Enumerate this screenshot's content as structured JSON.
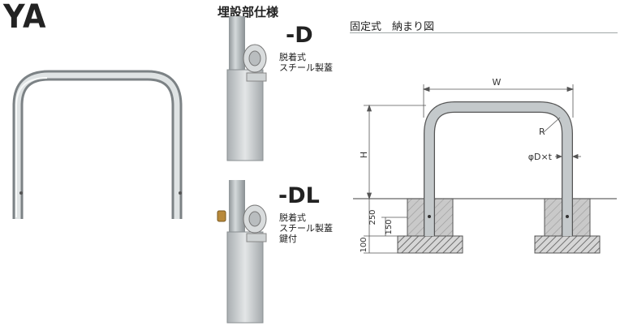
{
  "product": {
    "model": "YA"
  },
  "embedded_spec": {
    "heading": "埋設部仕様",
    "variants": [
      {
        "code": "-D",
        "lines": [
          "脱着式",
          "スチール製蓋"
        ]
      },
      {
        "code": "-DL",
        "lines": [
          "脱着式",
          "スチール製蓋",
          "鍵付"
        ]
      }
    ]
  },
  "drawing": {
    "title": "固定式　納まり図",
    "labels": {
      "width": "W",
      "radius": "R",
      "diameter": "φD×t",
      "height": "H"
    },
    "dimensions": {
      "depth_total": "250",
      "depth_inner": "150",
      "base": "100"
    }
  },
  "colors": {
    "steel": "#c4c9cb",
    "outline": "#555555",
    "rule": "#a0a8a8",
    "hatch": "#777777"
  }
}
